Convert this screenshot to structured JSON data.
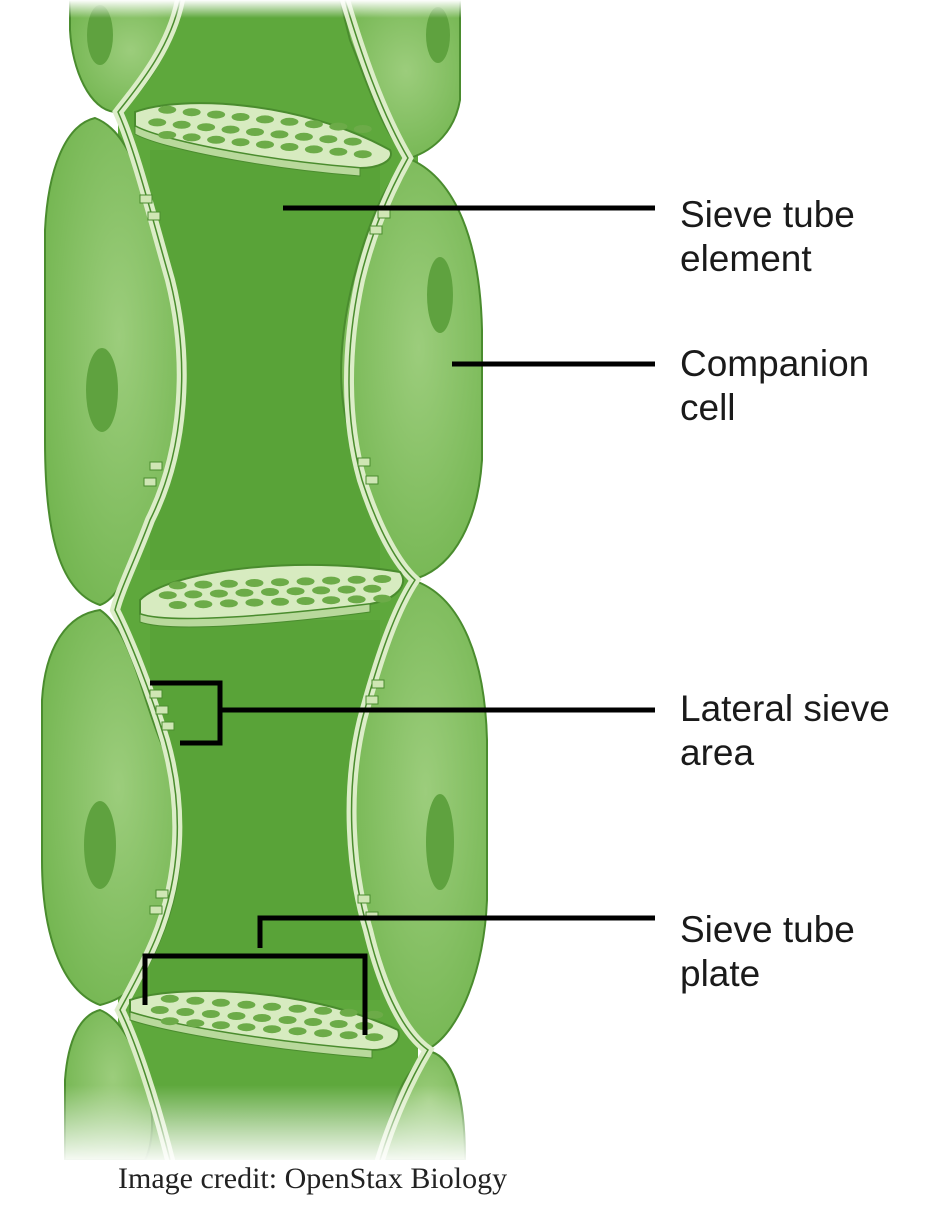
{
  "labels": {
    "sieve_tube_element": [
      "Sieve tube",
      "element"
    ],
    "companion_cell": [
      "Companion",
      "cell"
    ],
    "lateral_sieve_area": [
      "Lateral sieve",
      "area"
    ],
    "sieve_tube_plate": [
      "Sieve tube",
      "plate"
    ]
  },
  "credit": "Image credit: OpenStax Biology",
  "colors": {
    "tube_fill": "#5ea83c",
    "tube_dark": "#4f9632",
    "companion_fill": "#7bbb57",
    "companion_light": "#9ccd7c",
    "nucleus": "#5fa23f",
    "wall": "#dcedc8",
    "plate": "#d7ebc0",
    "pore": "#6cab48",
    "outline": "#3d7d24",
    "leader_line": "#000000"
  }
}
